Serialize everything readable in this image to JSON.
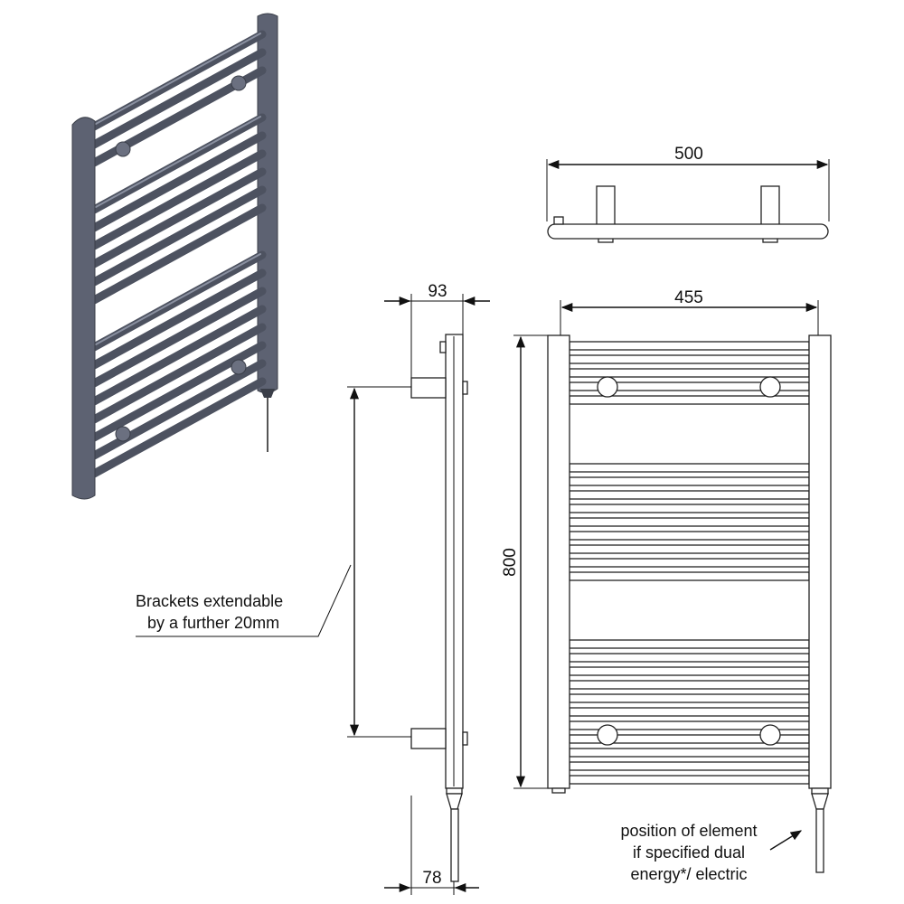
{
  "dimensions": {
    "overall_width": "500",
    "rail_centres": "455",
    "height": "800",
    "projection_bracket": "93",
    "projection_rail": "78"
  },
  "notes": {
    "brackets_line1": "Brackets extendable",
    "brackets_line2": "by a further 20mm",
    "element_line1": "position of element",
    "element_line2": "if specified dual",
    "element_line3": "energy*/ electric"
  },
  "colors": {
    "line": "#111111",
    "iso_body": "#5d6272"
  },
  "icons": {
    "iso_view": "towel-rail-3d-icon"
  }
}
